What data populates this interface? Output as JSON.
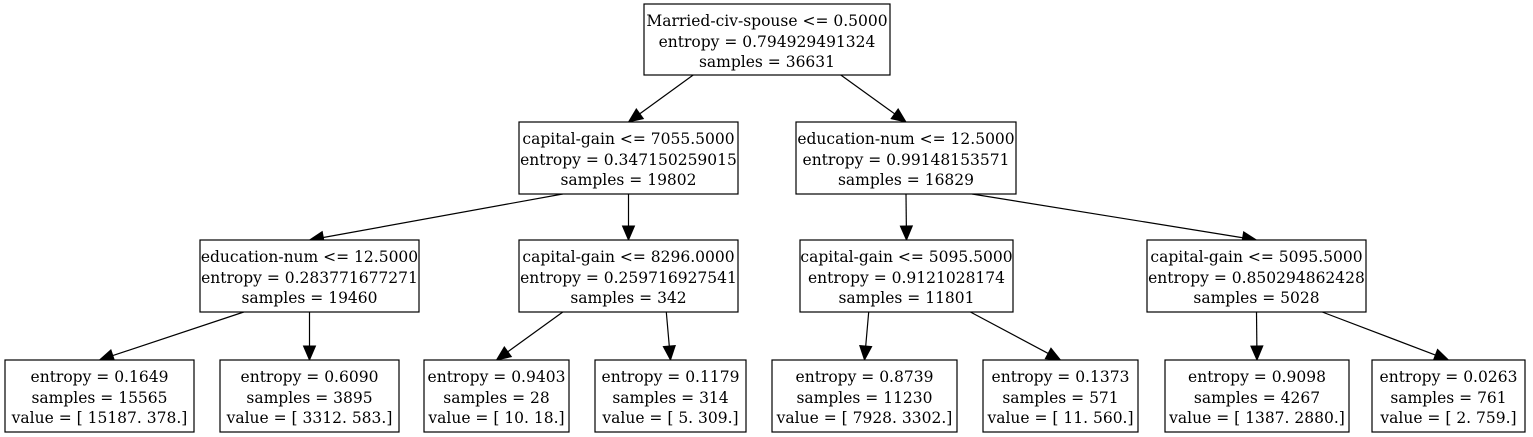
{
  "nodes": [
    {
      "id": "n0",
      "lines": [
        "Married-civ-spouse <= 0.5000",
        "entropy = 0.794929491324",
        "samples = 36631"
      ]
    },
    {
      "id": "n1",
      "lines": [
        "capital-gain <= 7055.5000",
        "entropy = 0.347150259015",
        "samples = 19802"
      ]
    },
    {
      "id": "n2",
      "lines": [
        "education-num <= 12.5000",
        "entropy = 0.99148153571",
        "samples = 16829"
      ]
    },
    {
      "id": "n3",
      "lines": [
        "education-num <= 12.5000",
        "entropy = 0.283771677271",
        "samples = 19460"
      ]
    },
    {
      "id": "n4",
      "lines": [
        "capital-gain <= 8296.0000",
        "entropy = 0.259716927541",
        "samples = 342"
      ]
    },
    {
      "id": "n5",
      "lines": [
        "capital-gain <= 5095.5000",
        "entropy = 0.9121028174",
        "samples = 11801"
      ]
    },
    {
      "id": "n6",
      "lines": [
        "capital-gain <= 5095.5000",
        "entropy = 0.850294862428",
        "samples = 5028"
      ]
    },
    {
      "id": "n7",
      "lines": [
        "entropy = 0.1649",
        "samples = 15565",
        "value = [ 15187.    378.]"
      ]
    },
    {
      "id": "n8",
      "lines": [
        "entropy = 0.6090",
        "samples = 3895",
        "value = [ 3312.   583.]"
      ]
    },
    {
      "id": "n9",
      "lines": [
        "entropy = 0.9403",
        "samples = 28",
        "value = [ 10.  18.]"
      ]
    },
    {
      "id": "n10",
      "lines": [
        "entropy = 0.1179",
        "samples = 314",
        "value = [   5.  309.]"
      ]
    },
    {
      "id": "n11",
      "lines": [
        "entropy = 0.8739",
        "samples = 11230",
        "value = [ 7928.  3302.]"
      ]
    },
    {
      "id": "n12",
      "lines": [
        "entropy = 0.1373",
        "samples = 571",
        "value = [  11.  560.]"
      ]
    },
    {
      "id": "n13",
      "lines": [
        "entropy = 0.9098",
        "samples = 4267",
        "value = [ 1387.  2880.]"
      ]
    },
    {
      "id": "n14",
      "lines": [
        "entropy = 0.0263",
        "samples = 761",
        "value = [   2.  759.]"
      ]
    }
  ],
  "edges": [
    [
      "n0",
      "n1"
    ],
    [
      "n0",
      "n2"
    ],
    [
      "n1",
      "n3"
    ],
    [
      "n1",
      "n4"
    ],
    [
      "n2",
      "n5"
    ],
    [
      "n2",
      "n6"
    ],
    [
      "n3",
      "n7"
    ],
    [
      "n3",
      "n8"
    ],
    [
      "n4",
      "n9"
    ],
    [
      "n4",
      "n10"
    ],
    [
      "n5",
      "n11"
    ],
    [
      "n5",
      "n12"
    ],
    [
      "n6",
      "n13"
    ],
    [
      "n6",
      "n14"
    ]
  ]
}
